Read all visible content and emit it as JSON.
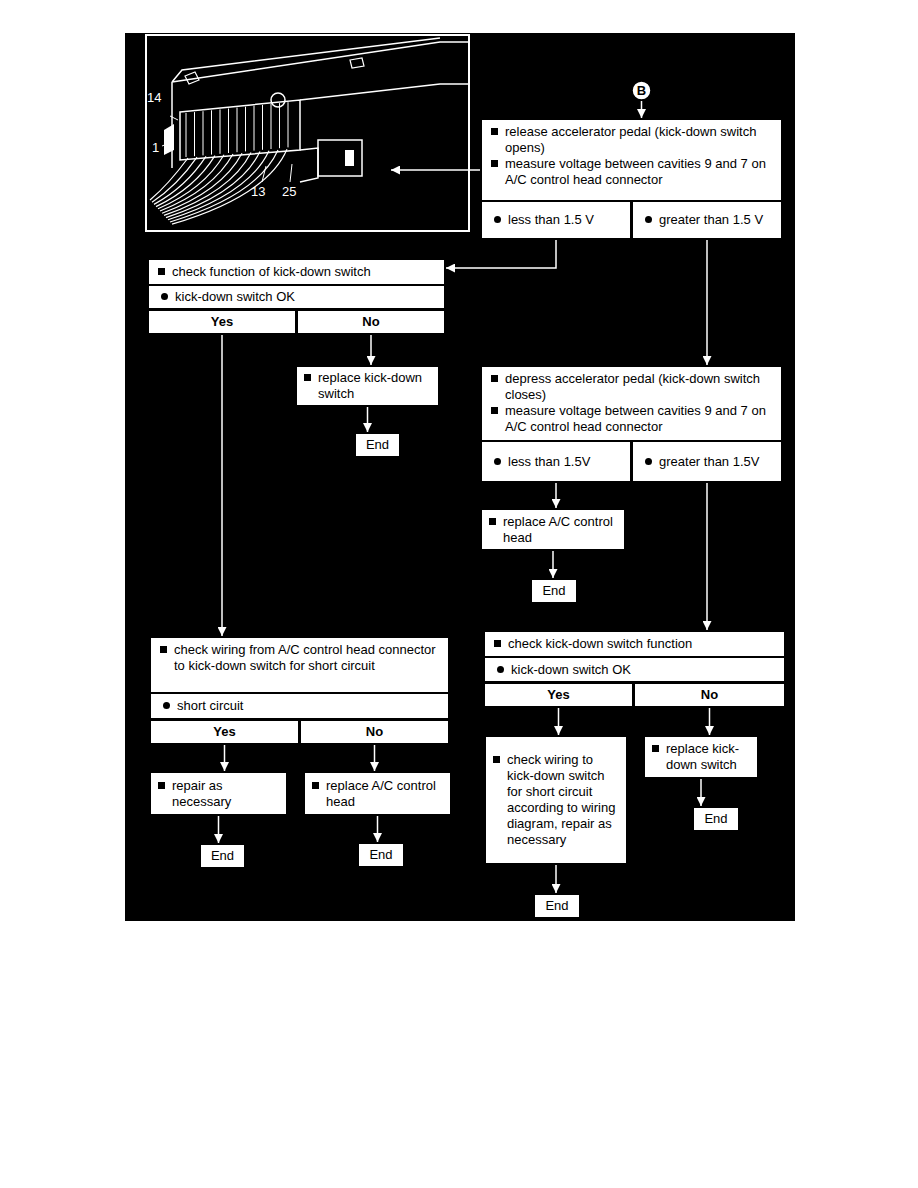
{
  "diagram": {
    "nodes": [
      {
        "text": [
          "B"
        ]
      },
      {
        "text": [
          "release accelerator pedal (kick-down switch opens)",
          "measure voltage between cavities 9 and 7 on A/C control head connector"
        ]
      },
      {
        "text": [
          "less than 1.5 V"
        ],
        "in": 1
      },
      {
        "text": [
          "greater than 1.5 V"
        ],
        "in": 1
      },
      {
        "text": [
          "check function of kick-down switch"
        ]
      },
      {
        "text": [
          "kick-down switch OK"
        ],
        "in": 4
      },
      {
        "text": [
          "Yes"
        ],
        "in": 4
      },
      {
        "text": [
          "No"
        ],
        "in": 4
      },
      {
        "text": [
          "replace kick-down switch"
        ]
      },
      {
        "text": [
          "End"
        ]
      },
      {
        "text": [
          "depress accelerator pedal (kick-down switch closes)",
          "measure voltage between cavities 9 and 7 on A/C control head connector"
        ]
      },
      {
        "text": [
          "less than 1.5V"
        ],
        "in": 10
      },
      {
        "text": [
          "greater than 1.5V"
        ],
        "in": 10
      },
      {
        "text": [
          "replace A/C control head"
        ]
      },
      {
        "text": [
          "End"
        ]
      },
      {
        "text": [
          "check wiring from A/C control head connector to kick-down switch for short circuit"
        ]
      },
      {
        "text": [
          "short circuit"
        ],
        "in": 15
      },
      {
        "text": [
          "Yes"
        ],
        "in": 15
      },
      {
        "text": [
          "No"
        ],
        "in": 15
      },
      {
        "text": [
          "check kick-down switch function"
        ]
      },
      {
        "text": [
          "kick-down switch OK"
        ],
        "in": 19
      },
      {
        "text": [
          "Yes"
        ],
        "in": 19
      },
      {
        "text": [
          "No"
        ],
        "in": 19
      },
      {
        "text": [
          "check wiring to kick-down switch for short circuit according to wiring diagram, repair as necessary"
        ]
      },
      {
        "text": [
          "replace kick-down switch"
        ]
      },
      {
        "text": [
          "End"
        ]
      },
      {
        "text": [
          "repair as necessary"
        ]
      },
      {
        "text": [
          "replace A/C control head"
        ]
      },
      {
        "text": [
          "End"
        ]
      },
      {
        "text": [
          "End"
        ]
      },
      {
        "text": [
          "End"
        ]
      }
    ],
    "edges": [
      {
        "from": 0,
        "to": 1,
        "arrow": "to"
      },
      {
        "from": 2,
        "to": 4,
        "arrow": "to"
      },
      {
        "from": 3,
        "to": 10,
        "arrow": "to"
      },
      {
        "from": 7,
        "to": 8,
        "arrow": "to"
      },
      {
        "from": 8,
        "to": 9,
        "arrow": "to"
      },
      {
        "from": 11,
        "to": 13,
        "arrow": "to"
      },
      {
        "from": 13,
        "to": 14,
        "arrow": "to"
      },
      {
        "from": 12,
        "to": 19,
        "arrow": "to"
      },
      {
        "from": 6,
        "to": 15,
        "arrow": "to"
      },
      {
        "from": 17,
        "to": 26,
        "arrow": "to"
      },
      {
        "from": 18,
        "to": 27,
        "arrow": "to"
      },
      {
        "from": 26,
        "to": 28,
        "arrow": "to"
      },
      {
        "from": 27,
        "to": 29,
        "arrow": "to"
      },
      {
        "from": 21,
        "to": 23,
        "arrow": "to"
      },
      {
        "from": 22,
        "to": 24,
        "arrow": "to"
      },
      {
        "from": 24,
        "to": 25,
        "arrow": "to"
      },
      {
        "from": 23,
        "to": 30,
        "arrow": "to"
      }
    ],
    "labels": [
      "14",
      "1",
      "13",
      "25"
    ]
  }
}
